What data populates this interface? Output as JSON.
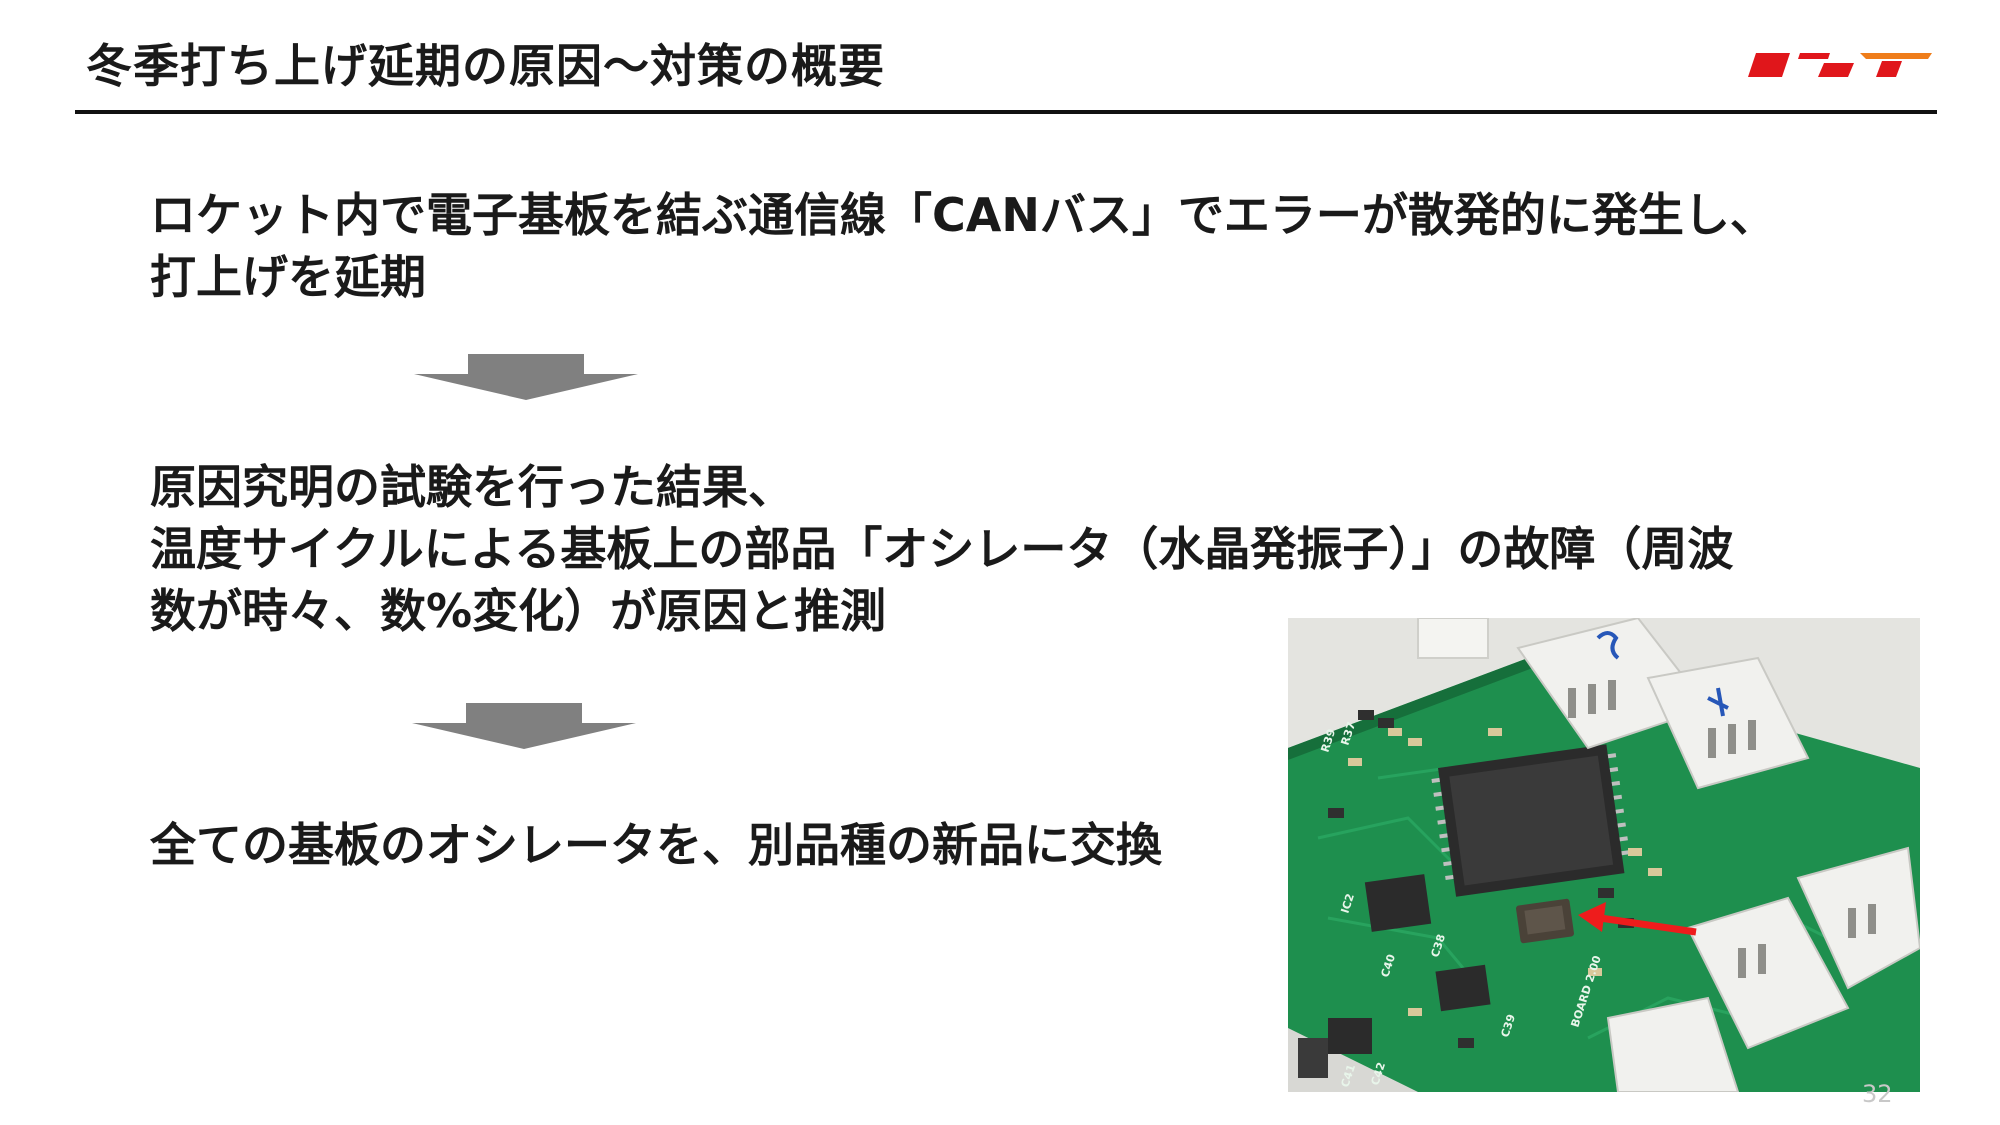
{
  "slide": {
    "title": "冬季打ち上げ延期の原因～対策の概要",
    "page_number": "32"
  },
  "paragraphs": {
    "p1": [
      "ロケット内で電子基板を結ぶ通信線「CANバス」でエラーが散発的に発生し、",
      "打上げを延期"
    ],
    "p2": [
      "原因究明の試験を行った結果、",
      "温度サイクルによる基板上の部品「オシレータ（水晶発振子）」の故障（周波",
      "数が時々、数%変化）が原因と推測"
    ],
    "p3": [
      "全ての基板のオシレータを、別品種の新品に交換"
    ]
  },
  "photo": {
    "board_print": [
      "BOARD 2.00",
      "C40",
      "C38",
      "C41",
      "C42",
      "R39",
      "R37",
      "IC2",
      "C39"
    ]
  },
  "colors": {
    "title_rule": "#111111",
    "text": "#1a1a1a",
    "arrow": "#808080",
    "logo_red": "#e0161b",
    "logo_orange": "#ef7d1a",
    "pcb_green": "#1e8f4e",
    "pointer_red": "#ee1c1c"
  }
}
